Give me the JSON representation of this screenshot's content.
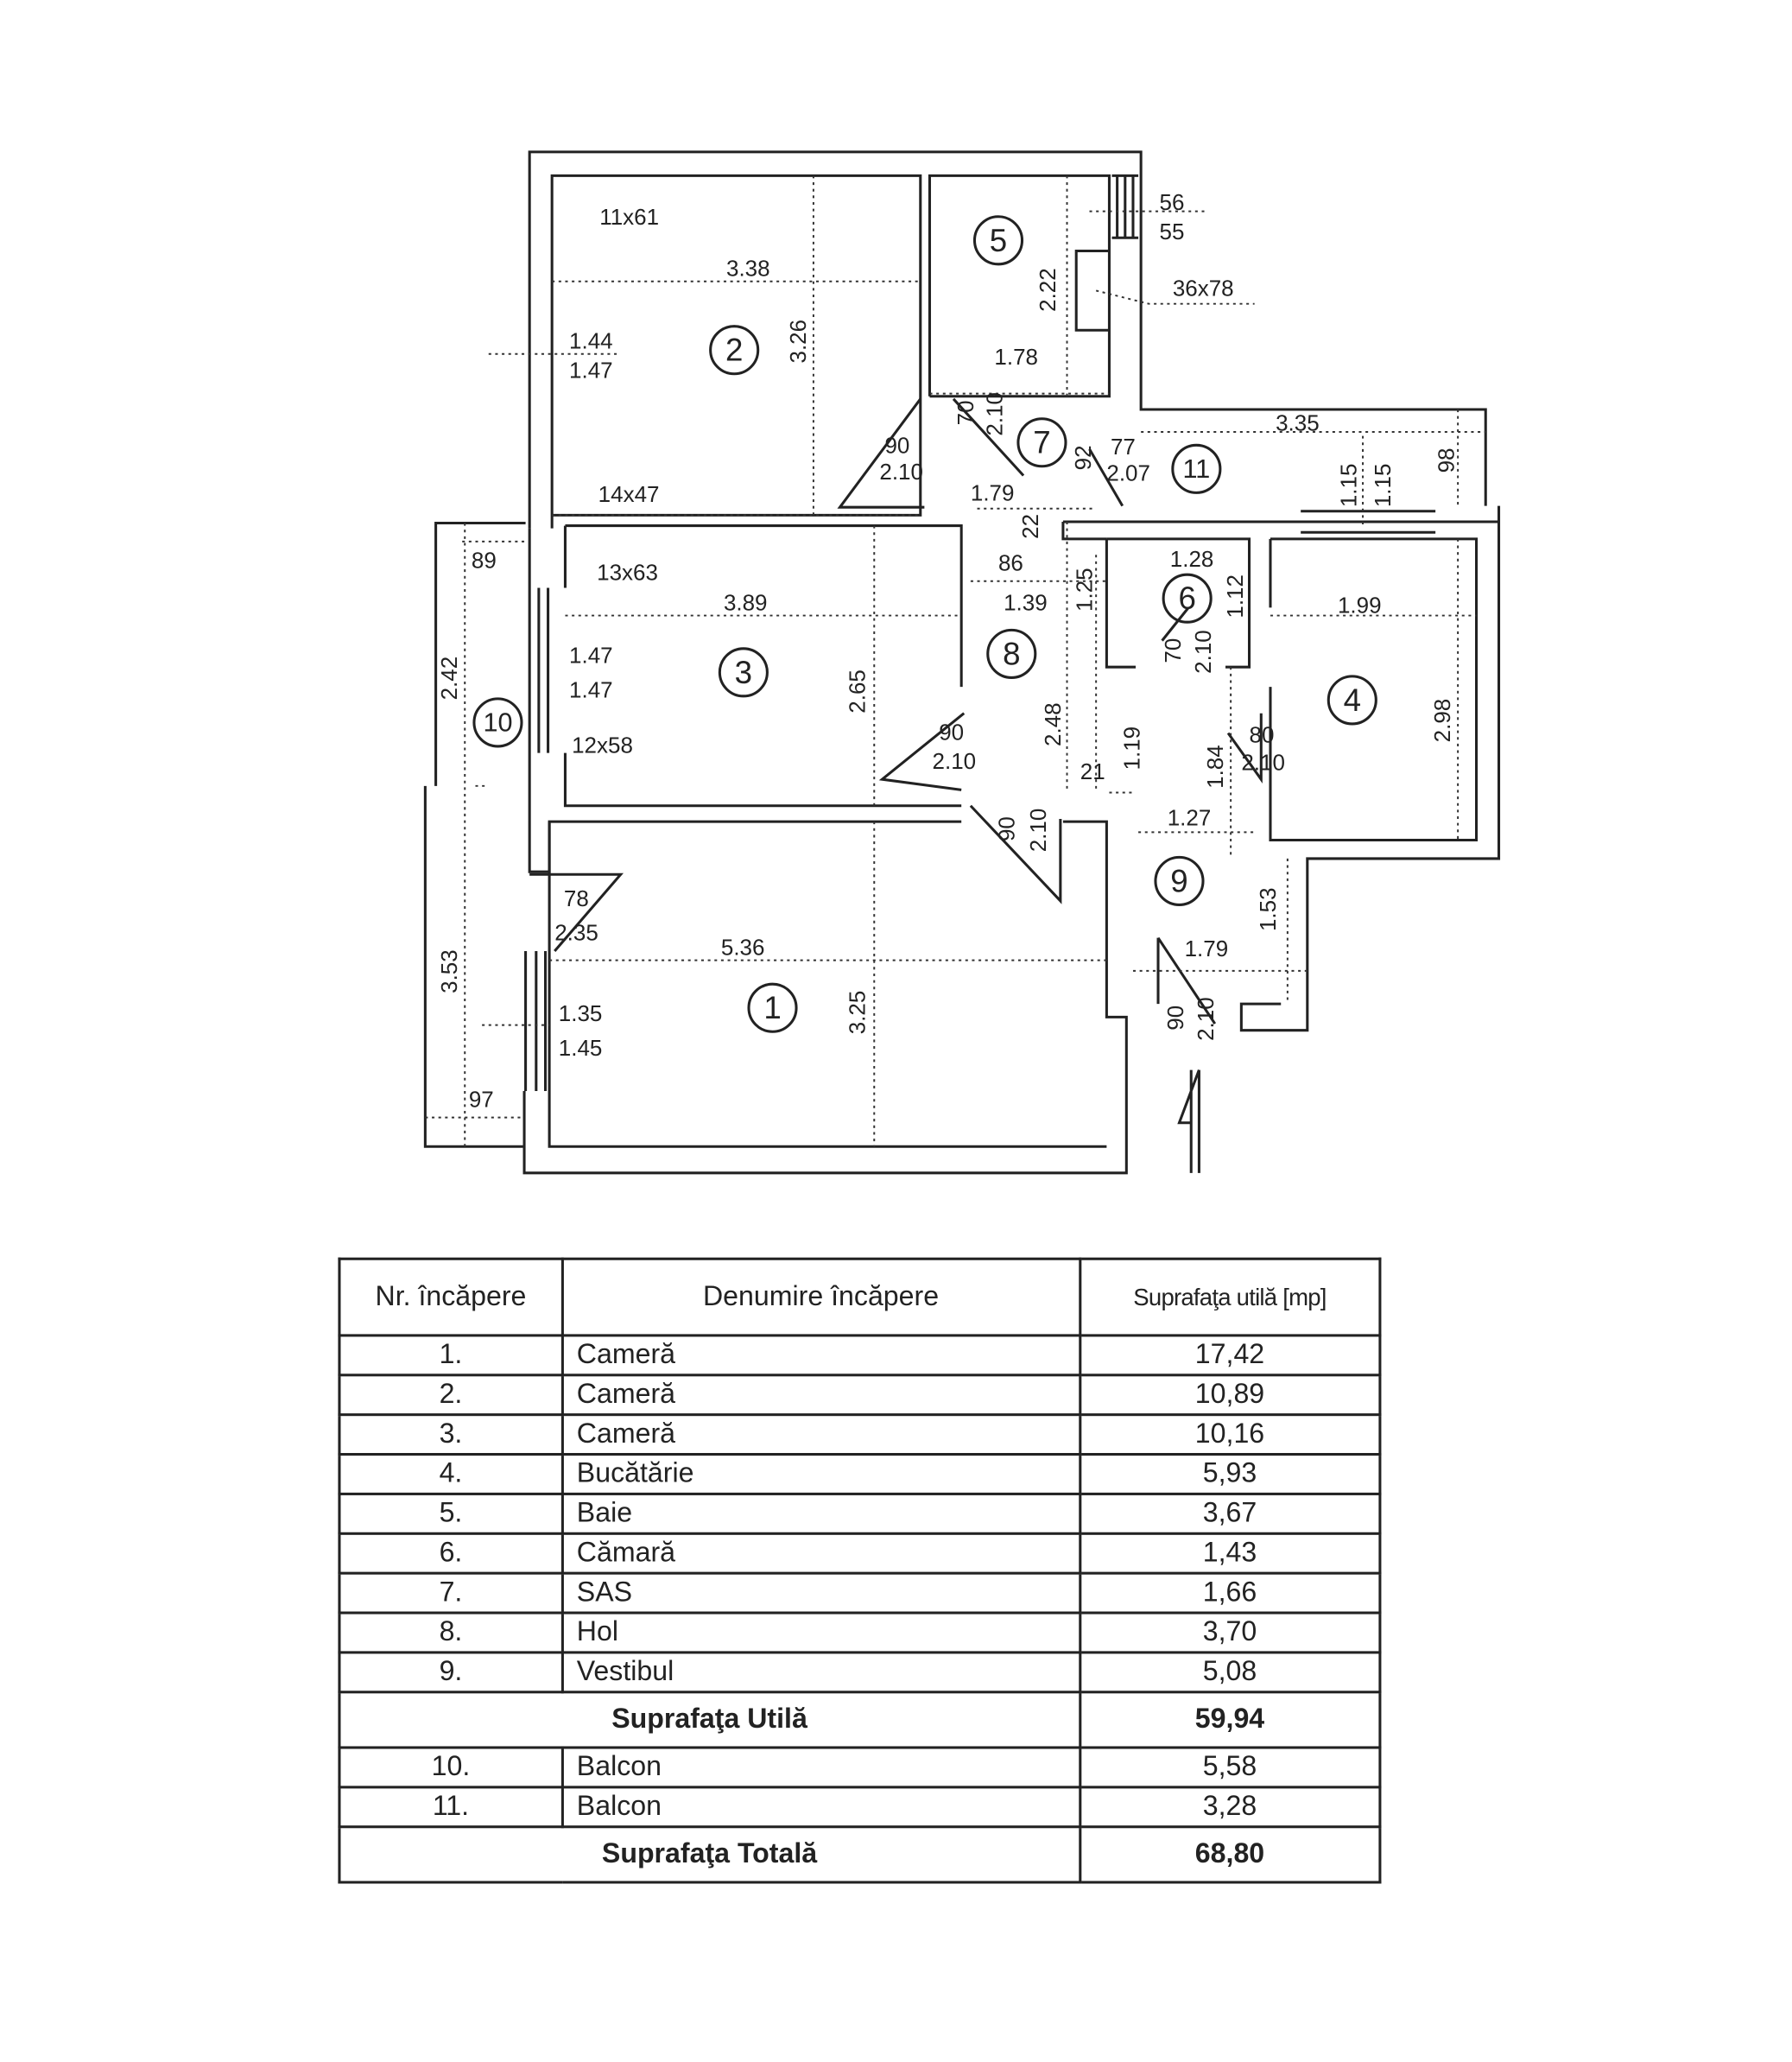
{
  "plan": {
    "room_numbers": [
      "1",
      "2",
      "3",
      "4",
      "5",
      "6",
      "7",
      "8",
      "9",
      "10",
      "11"
    ],
    "dims": [
      "11x61",
      "3.38",
      "1.44",
      "1.47",
      "14x47",
      "13x63",
      "3.89",
      "1.47",
      "1.47",
      "12x58",
      "89",
      "5.36",
      "78",
      "2.35",
      "1.35",
      "1.45",
      "97",
      "56",
      "55",
      "36x78",
      "1.78",
      "90",
      "2.10",
      "1.79",
      "77",
      "2.07",
      "3.35",
      "86",
      "1.39",
      "1.28",
      "1.99",
      "90",
      "2.10",
      "80",
      "2.10",
      "21",
      "1.27",
      "1.79",
      "3.26",
      "2.22",
      "70",
      "2.10",
      "92",
      "1.15",
      "1.15",
      "98",
      "22",
      "1.25",
      "1.12",
      "70",
      "2.10",
      "2.42",
      "2.65",
      "2.98",
      "2.48",
      "1.19",
      "1.84",
      "90",
      "2.10",
      "3.53",
      "1.53",
      "3.25",
      "90",
      "2.10"
    ]
  },
  "table": {
    "headers": {
      "nr": "Nr. încăpere",
      "name": "Denumire încăpere",
      "area": "Suprafaţa utilă [mp]"
    },
    "rows": [
      {
        "nr": "1.",
        "name": "Cameră",
        "area": "17,42"
      },
      {
        "nr": "2.",
        "name": "Cameră",
        "area": "10,89"
      },
      {
        "nr": "3.",
        "name": "Cameră",
        "area": "10,16"
      },
      {
        "nr": "4.",
        "name": "Bucătărie",
        "area": "5,93"
      },
      {
        "nr": "5.",
        "name": "Baie",
        "area": "3,67"
      },
      {
        "nr": "6.",
        "name": "Cămară",
        "area": "1,43"
      },
      {
        "nr": "7.",
        "name": "SAS",
        "area": "1,66"
      },
      {
        "nr": "8.",
        "name": "Hol",
        "area": "3,70"
      },
      {
        "nr": "9.",
        "name": "Vestibul",
        "area": "5,08"
      }
    ],
    "useful_total": {
      "label": "Suprafaţa Utilă",
      "area": "59,94"
    },
    "balcony_rows": [
      {
        "nr": "10.",
        "name": "Balcon",
        "area": "5,58"
      },
      {
        "nr": "11.",
        "name": "Balcon",
        "area": "3,28"
      }
    ],
    "grand_total": {
      "label": "Suprafaţa Totală",
      "area": "68,80"
    }
  }
}
